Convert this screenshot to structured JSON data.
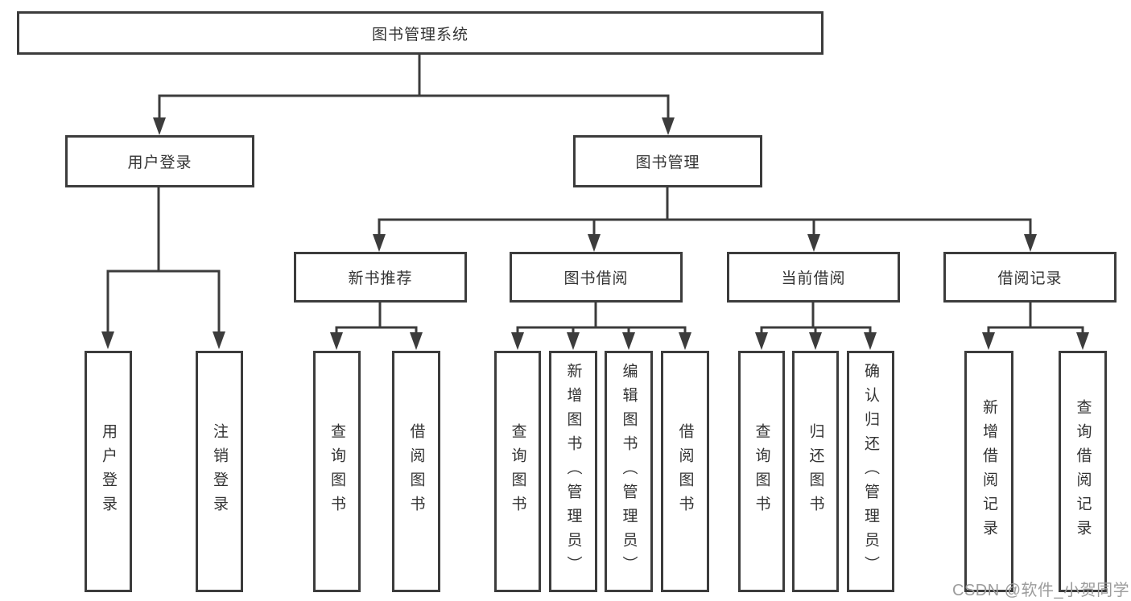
{
  "colors": {
    "line": "#3c3c3c",
    "text": "#333333",
    "watermark": "#9c9c9c",
    "bg": "#ffffff"
  },
  "tree": {
    "root": {
      "label": "图书管理系统"
    },
    "children": [
      {
        "label": "用户登录",
        "children": [
          {
            "label": "用户登录"
          },
          {
            "label": "注销登录"
          }
        ]
      },
      {
        "label": "图书管理",
        "children": [
          {
            "label": "新书推荐",
            "children": [
              {
                "label": "查询图书"
              },
              {
                "label": "借阅图书"
              }
            ]
          },
          {
            "label": "图书借阅",
            "children": [
              {
                "label": "查询图书"
              },
              {
                "label": "新增图书（管理员）"
              },
              {
                "label": "编辑图书（管理员）"
              },
              {
                "label": "借阅图书"
              }
            ]
          },
          {
            "label": "当前借阅",
            "children": [
              {
                "label": "查询图书"
              },
              {
                "label": "归还图书"
              },
              {
                "label": "确认归还（管理员）"
              }
            ]
          },
          {
            "label": "借阅记录",
            "children": [
              {
                "label": "新增借阅记录"
              },
              {
                "label": "查询借阅记录"
              }
            ]
          }
        ]
      }
    ]
  },
  "watermark": {
    "text": "CSDN @软件_小贺同学"
  }
}
